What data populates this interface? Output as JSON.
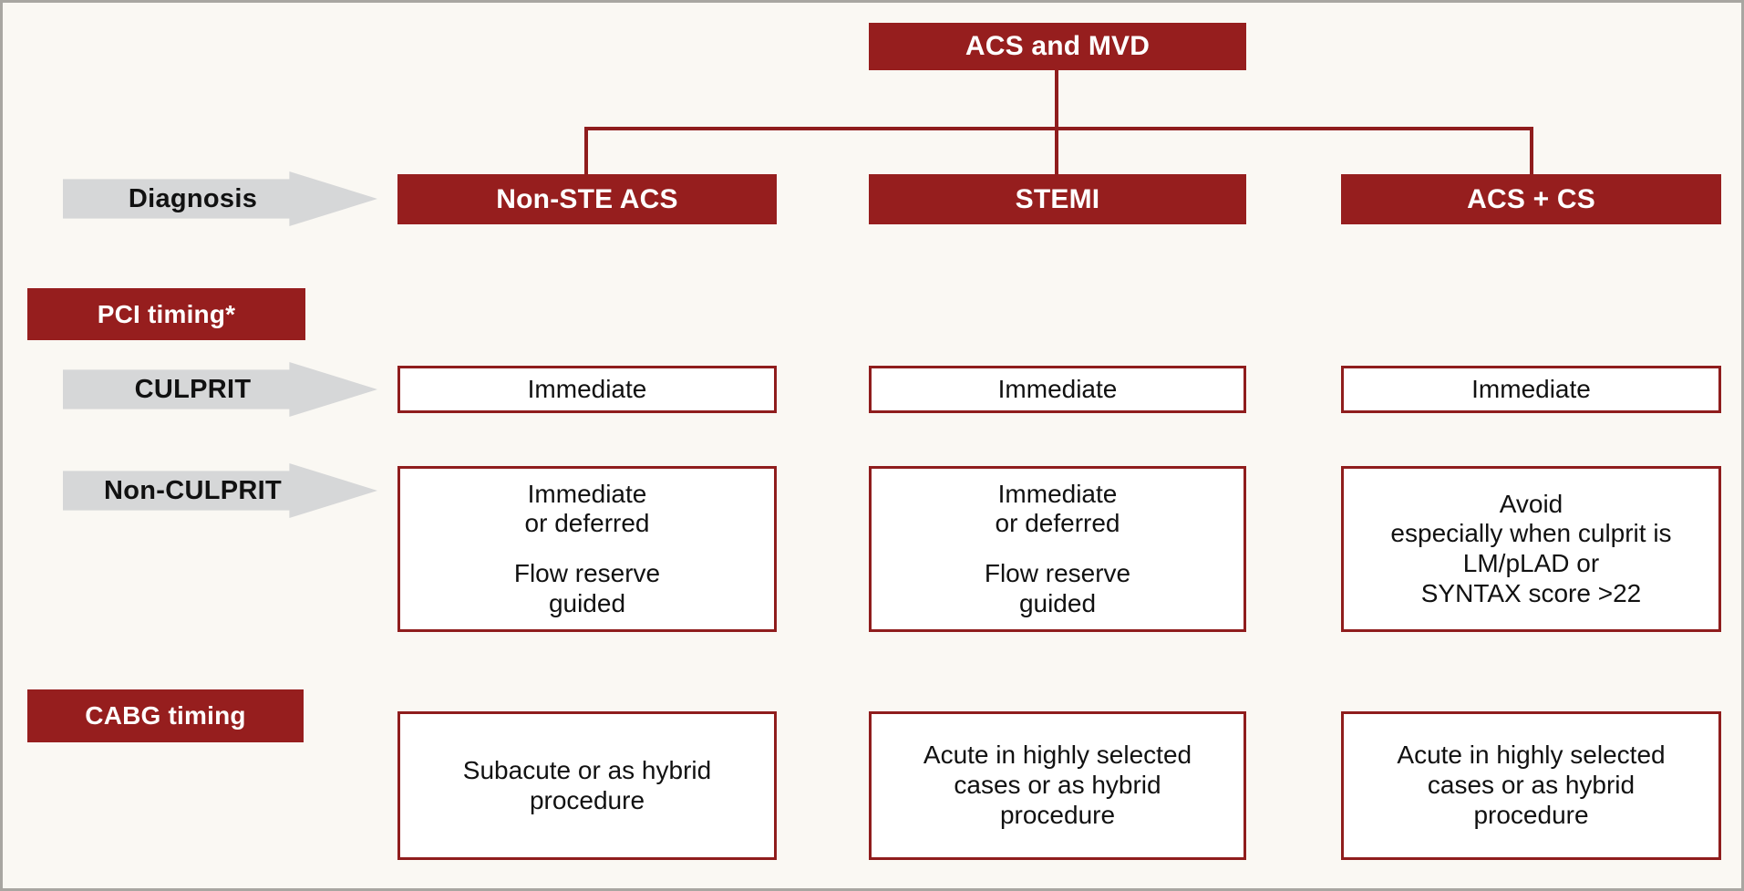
{
  "colors": {
    "brand_red": "#961e1e",
    "box_border_red": "#8f1d1d",
    "arrow_gray": "#d6d7d8",
    "background": "#faf8f3"
  },
  "root": {
    "label": "ACS and MVD"
  },
  "row_labels": {
    "diagnosis": "Diagnosis",
    "pci_timing": "PCI timing*",
    "culprit": "CULPRIT",
    "non_culprit": "Non-CULPRIT",
    "cabg_timing": "CABG timing"
  },
  "columns": [
    {
      "header": "Non-STE ACS",
      "culprit": [
        "Immediate"
      ],
      "non_culprit": [
        [
          "Immediate",
          "or deferred"
        ],
        [
          "Flow reserve",
          "guided"
        ]
      ],
      "cabg": [
        [
          "Subacute or as hybrid",
          "procedure"
        ]
      ]
    },
    {
      "header": "STEMI",
      "culprit": [
        "Immediate"
      ],
      "non_culprit": [
        [
          "Immediate",
          "or deferred"
        ],
        [
          "Flow reserve",
          "guided"
        ]
      ],
      "cabg": [
        [
          "Acute in highly selected",
          "cases or as hybrid",
          "procedure"
        ]
      ]
    },
    {
      "header": "ACS + CS",
      "culprit": [
        "Immediate"
      ],
      "non_culprit": [
        [
          "Avoid",
          "especially when culprit is",
          "LM/pLAD or",
          "SYNTAX score >22"
        ]
      ],
      "cabg": [
        [
          "Acute in highly selected",
          "cases or as hybrid",
          "procedure"
        ]
      ]
    }
  ]
}
